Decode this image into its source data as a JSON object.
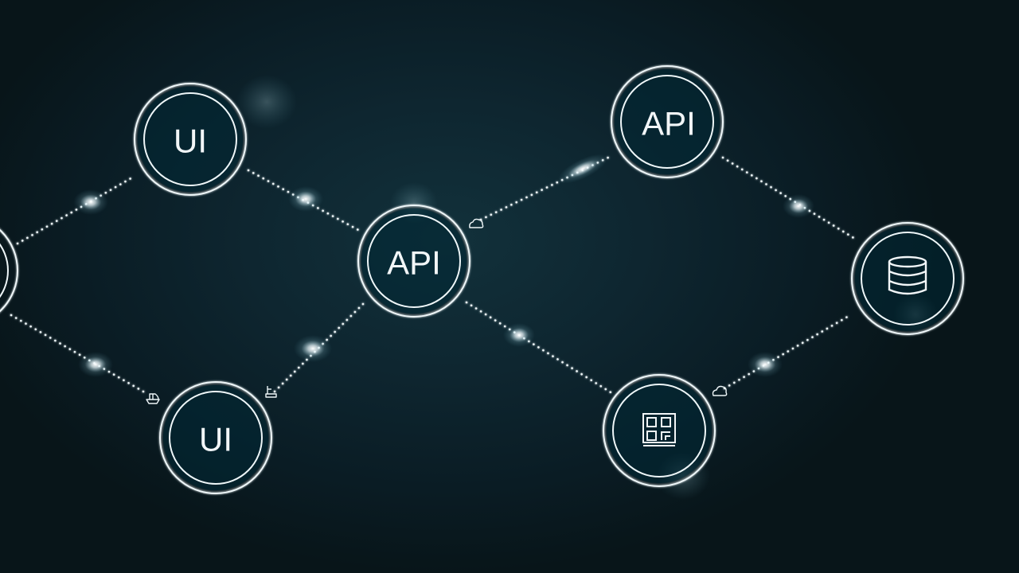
{
  "colors": {
    "background": "#0b1a22",
    "line": "#eef6f8",
    "glow": "#ffffff"
  },
  "nodes": [
    {
      "id": "ui-top",
      "label": "UI",
      "icon": ""
    },
    {
      "id": "ui-bottom",
      "label": "UI",
      "icon": ""
    },
    {
      "id": "api-center",
      "label": "API",
      "icon": ""
    },
    {
      "id": "api-top",
      "label": "API",
      "icon": ""
    },
    {
      "id": "database",
      "label": "",
      "icon": "database-icon"
    },
    {
      "id": "module",
      "label": "",
      "icon": "module-grid-icon"
    },
    {
      "id": "edge-partial",
      "label": "",
      "icon": ""
    }
  ],
  "connections": [
    {
      "from": "edge-partial",
      "to": "ui-top"
    },
    {
      "from": "edge-partial",
      "to": "ui-bottom"
    },
    {
      "from": "ui-top",
      "to": "api-center"
    },
    {
      "from": "ui-bottom",
      "to": "api-center"
    },
    {
      "from": "api-center",
      "to": "api-top"
    },
    {
      "from": "api-center",
      "to": "module"
    },
    {
      "from": "api-top",
      "to": "database"
    },
    {
      "from": "module",
      "to": "database"
    }
  ],
  "small_icons": [
    "cloud-icon",
    "boat-icon",
    "robot-icon",
    "cloud-icon"
  ]
}
